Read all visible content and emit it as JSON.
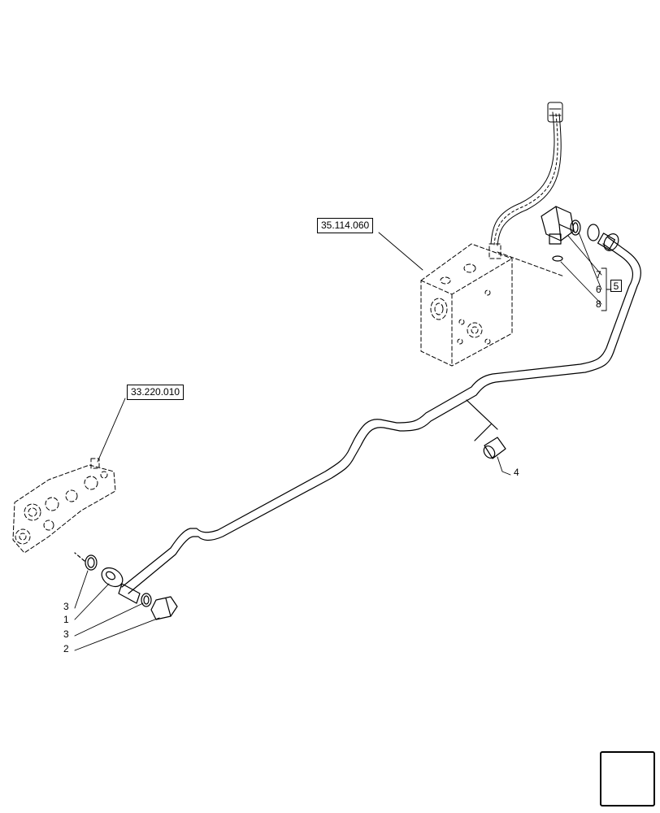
{
  "references": {
    "valve_block_ref": "35.114.060",
    "pump_ref": "33.220.010"
  },
  "callouts": {
    "item_1": "1",
    "item_2": "2",
    "item_3a": "3",
    "item_3b": "3",
    "item_4": "4",
    "item_5": "5",
    "item_6": "6",
    "item_7": "7",
    "item_8": "8"
  },
  "icons": {
    "nav": "next-page-arrow-icon"
  }
}
